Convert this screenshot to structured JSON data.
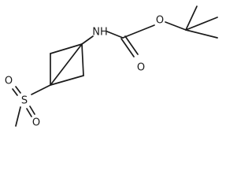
{
  "molecule": {
    "atoms": {
      "nh": "NH",
      "carbonyl_o": "O",
      "ester_o": "O",
      "sulfur": "S",
      "sulfonyl_o_top": "O",
      "sulfonyl_o_bottom": "O"
    }
  }
}
